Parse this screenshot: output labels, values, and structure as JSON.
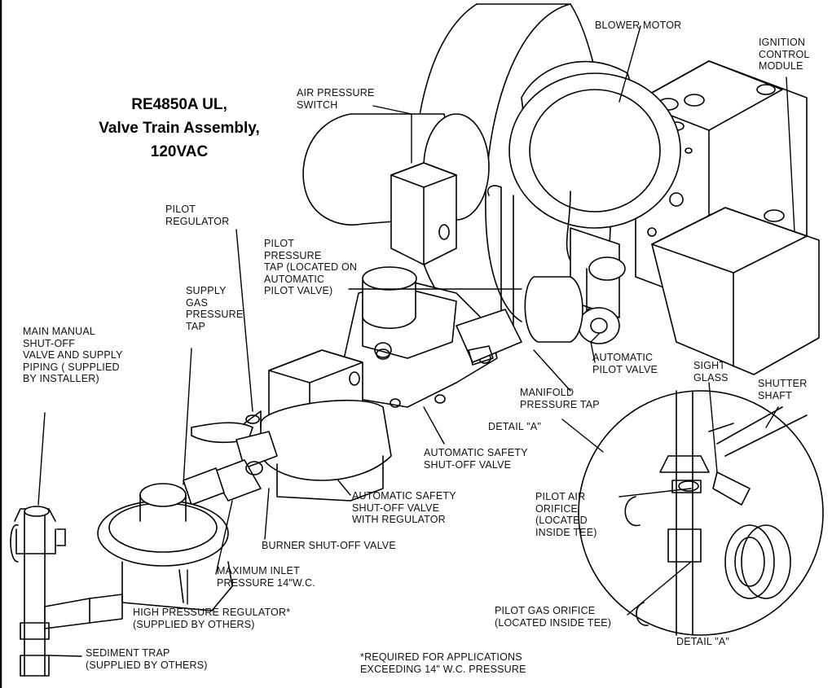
{
  "title": {
    "line1": "RE4850A UL,",
    "line2": "Valve Train Assembly,",
    "line3": "120VAC"
  },
  "labels": {
    "blower_motor": [
      "BLOWER MOTOR"
    ],
    "ignition_control_module": [
      "IGNITION",
      "CONTROL",
      "MODULE"
    ],
    "air_pressure_switch": [
      "AIR PRESSURE",
      "SWITCH"
    ],
    "pilot_regulator": [
      "PILOT",
      "REGULATOR"
    ],
    "pilot_pressure_tap": [
      "PILOT",
      "PRESSURE",
      "TAP (LOCATED ON",
      "AUTOMATIC",
      "PILOT VALVE)"
    ],
    "supply_gas_pressure_tap": [
      "SUPPLY",
      "GAS",
      "PRESSURE",
      "TAP"
    ],
    "main_manual_shutoff": [
      "MAIN MANUAL",
      "SHUT-OFF",
      "VALVE AND SUPPLY",
      "PIPING ( SUPPLIED",
      "BY INSTALLER)"
    ],
    "automatic_pilot_valve": [
      "AUTOMATIC",
      "PILOT VALVE"
    ],
    "sight_glass": [
      "SIGHT",
      "GLASS"
    ],
    "shutter_shaft": [
      "SHUTTER",
      "SHAFT"
    ],
    "manifold_pressure_tap": [
      "MANIFOLD",
      "PRESSURE TAP"
    ],
    "detail_a_pointer": [
      "DETAIL \"A\""
    ],
    "automatic_safety_shutoff": [
      "AUTOMATIC SAFETY",
      "SHUT-OFF VALVE"
    ],
    "automatic_safety_shutoff_regulator": [
      "AUTOMATIC SAFETY",
      "SHUT-OFF VALVE",
      "WITH REGULATOR"
    ],
    "pilot_air_orifice": [
      "PILOT AIR",
      "ORIFICE",
      "(LOCATED",
      "INSIDE TEE)"
    ],
    "burner_shutoff_valve": [
      "BURNER SHUT-OFF VALVE"
    ],
    "maximum_inlet_pressure": [
      "MAXIMUM INLET",
      "PRESSURE 14\"W.C."
    ],
    "pilot_gas_orifice": [
      "PILOT  GAS ORIFICE",
      "(LOCATED INSIDE TEE)"
    ],
    "high_pressure_regulator": [
      "HIGH PRESSURE REGULATOR*",
      "(SUPPLIED BY OTHERS)"
    ],
    "detail_a_caption": [
      "DETAIL \"A\""
    ],
    "sediment_trap": [
      "SEDIMENT TRAP",
      "(SUPPLIED  BY OTHERS)"
    ],
    "required_note": [
      "*REQUIRED FOR APPLICATIONS",
      "EXCEEDING 14\" W.C. PRESSURE"
    ]
  }
}
